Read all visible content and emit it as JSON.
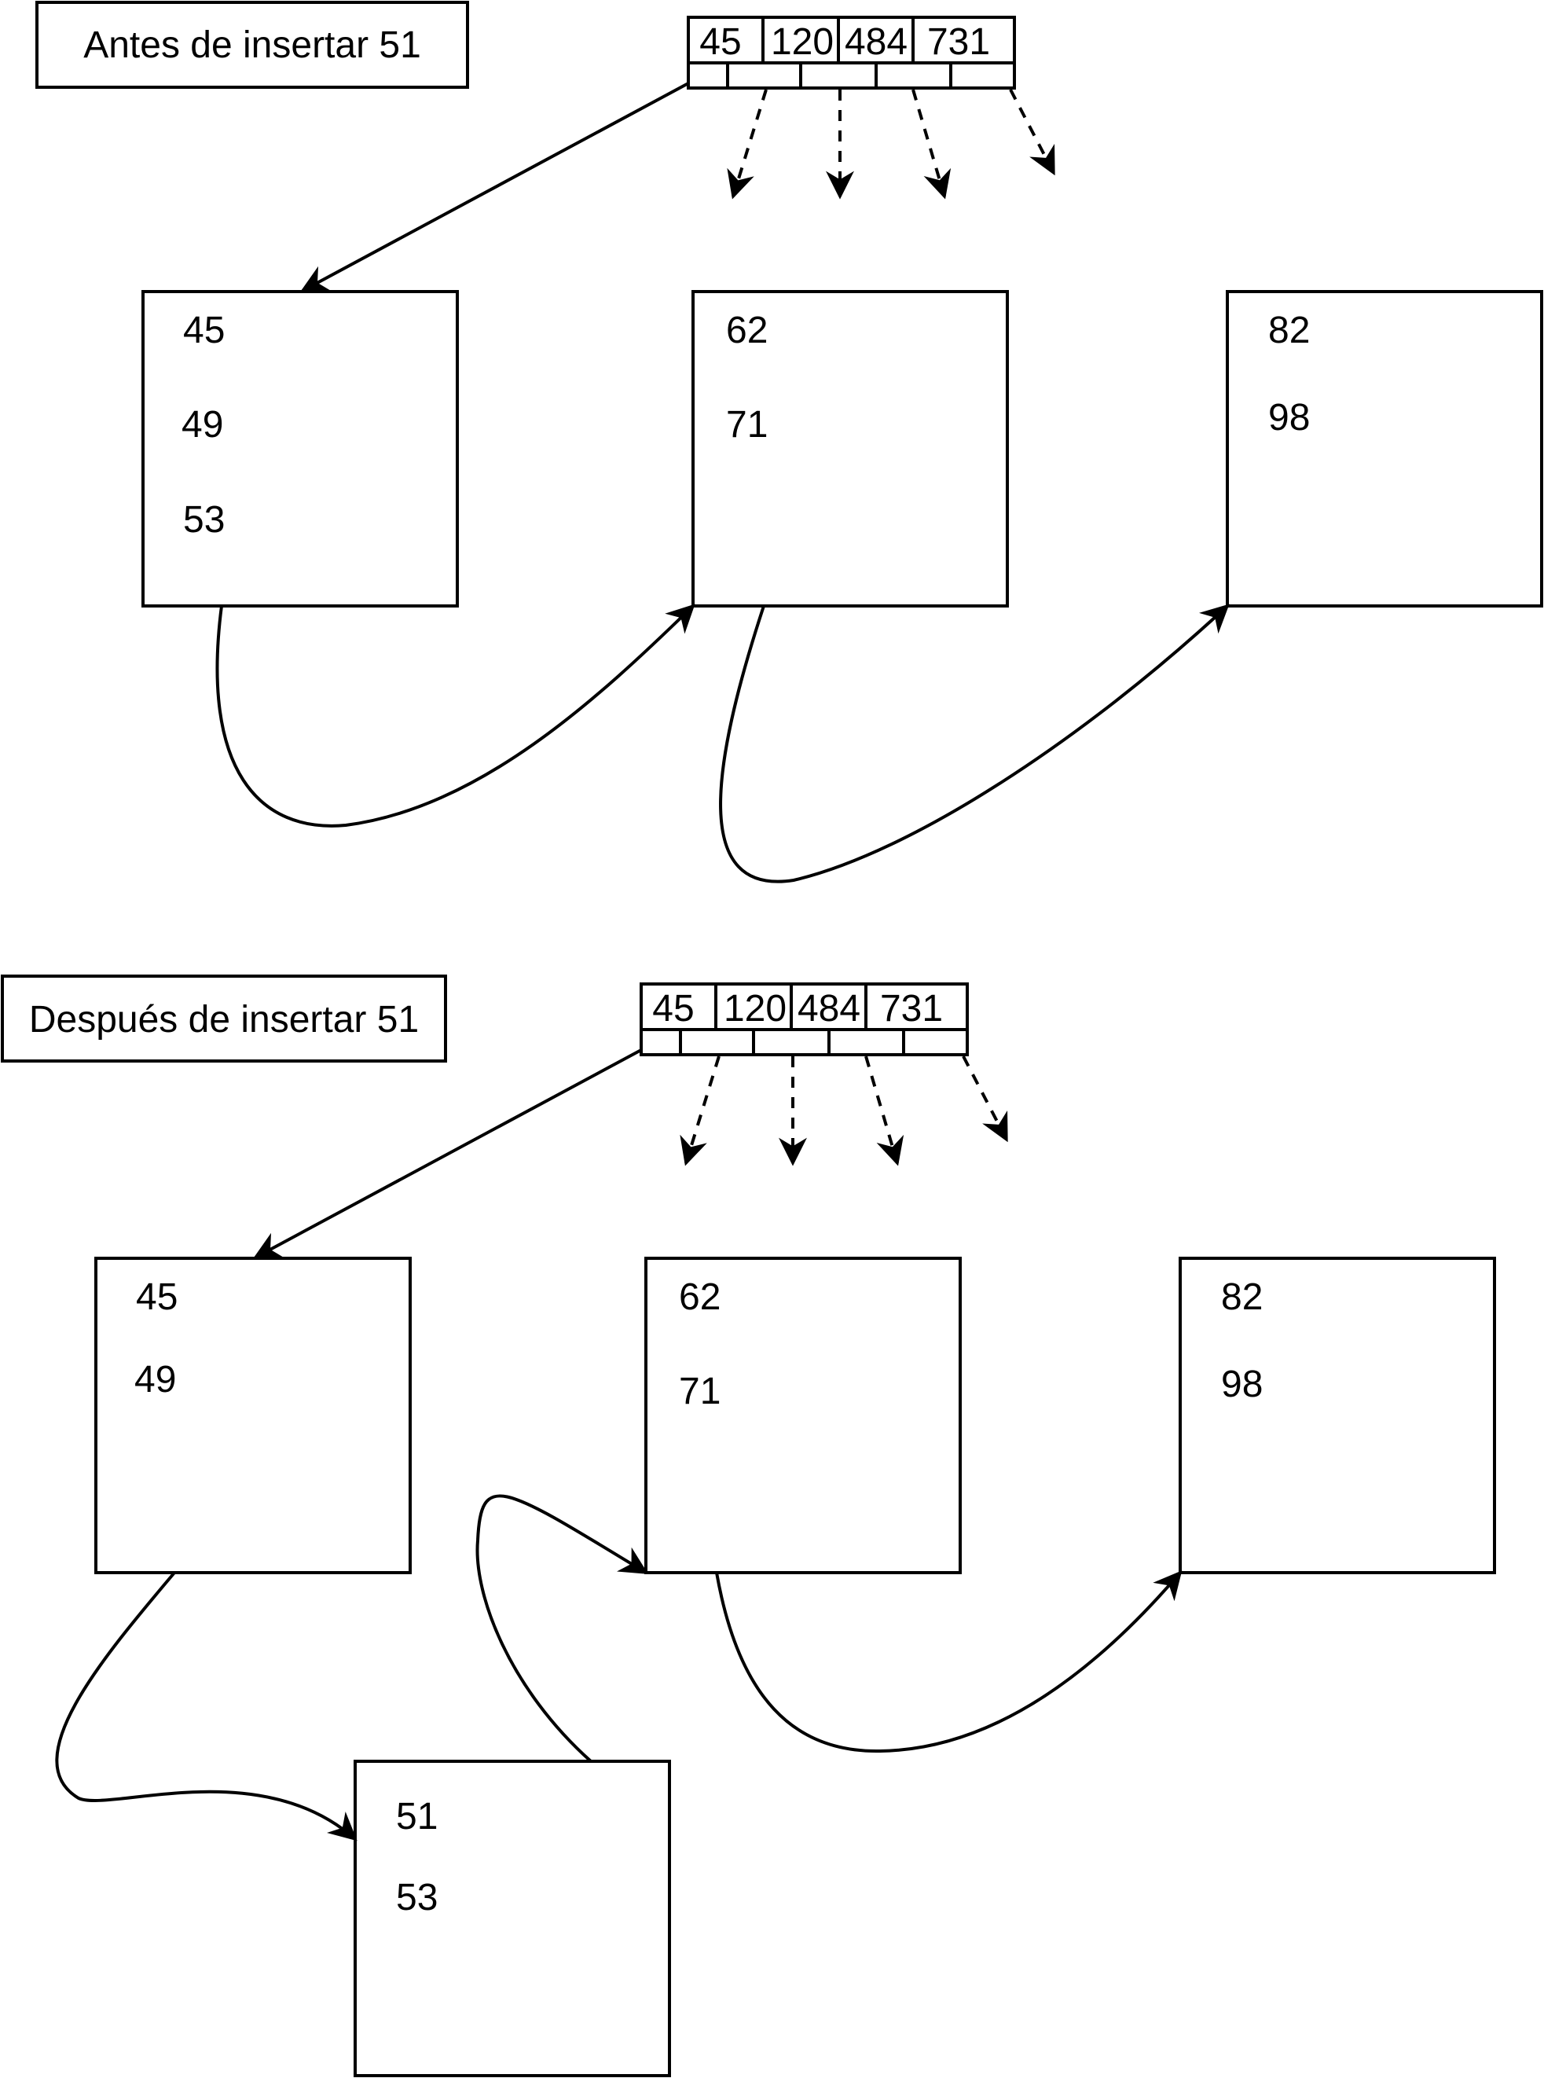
{
  "diagram": {
    "before": {
      "title": "Antes de insertar 51",
      "index_keys": [
        "45",
        "120",
        "484",
        "731"
      ],
      "nodes": [
        {
          "values": [
            "45",
            "49",
            "53"
          ]
        },
        {
          "values": [
            "62",
            "71"
          ]
        },
        {
          "values": [
            "82",
            "98"
          ]
        }
      ]
    },
    "after": {
      "title": "Después de insertar 51",
      "index_keys": [
        "45",
        "120",
        "484",
        "731"
      ],
      "nodes": [
        {
          "values": [
            "45",
            "49"
          ]
        },
        {
          "values": [
            "62",
            "71"
          ]
        },
        {
          "values": [
            "82",
            "98"
          ]
        },
        {
          "values": [
            "51",
            "53"
          ]
        }
      ]
    }
  }
}
